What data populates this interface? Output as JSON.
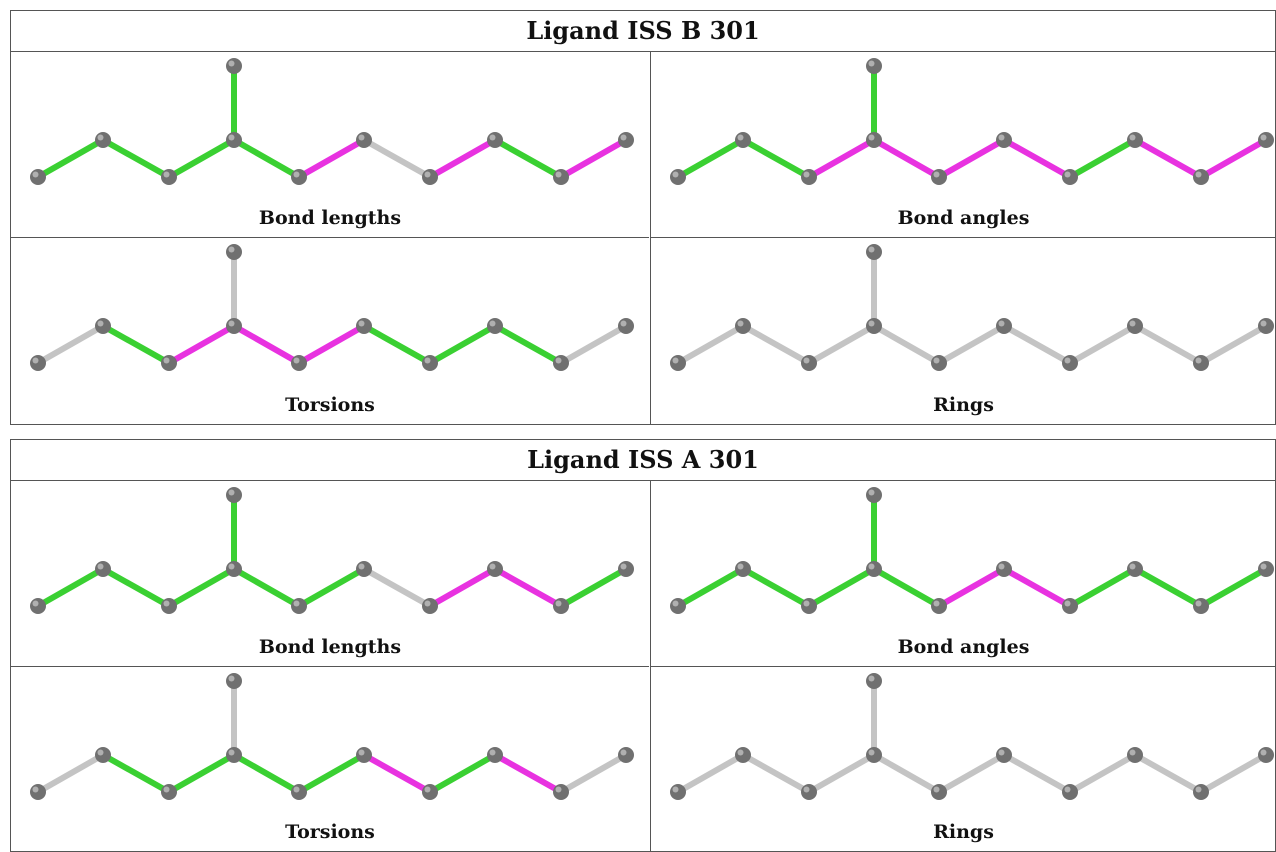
{
  "colors": {
    "ok": "#3ad032",
    "outlier": "#e832e0",
    "none": "#c4c4c4",
    "atom": "#707070"
  },
  "ligands": [
    {
      "title": "Ligand ISS B 301",
      "panels": [
        {
          "caption": "Bond lengths",
          "bonds": [
            "ok",
            "ok",
            "ok",
            "ok",
            "outlier",
            "none",
            "outlier",
            "ok",
            "outlier"
          ],
          "branch": "ok"
        },
        {
          "caption": "Bond angles",
          "bonds": [
            "ok",
            "ok",
            "outlier",
            "outlier",
            "outlier",
            "outlier",
            "ok",
            "outlier",
            "outlier"
          ],
          "branch": "ok"
        },
        {
          "caption": "Torsions",
          "bonds": [
            "none",
            "ok",
            "outlier",
            "outlier",
            "outlier",
            "ok",
            "ok",
            "ok",
            "none"
          ],
          "branch": "none"
        },
        {
          "caption": "Rings",
          "bonds": [
            "none",
            "none",
            "none",
            "none",
            "none",
            "none",
            "none",
            "none",
            "none"
          ],
          "branch": "none"
        }
      ]
    },
    {
      "title": "Ligand ISS A 301",
      "panels": [
        {
          "caption": "Bond lengths",
          "bonds": [
            "ok",
            "ok",
            "ok",
            "ok",
            "ok",
            "none",
            "outlier",
            "outlier",
            "ok"
          ],
          "branch": "ok"
        },
        {
          "caption": "Bond angles",
          "bonds": [
            "ok",
            "ok",
            "ok",
            "ok",
            "outlier",
            "outlier",
            "ok",
            "ok",
            "ok"
          ],
          "branch": "ok"
        },
        {
          "caption": "Torsions",
          "bonds": [
            "none",
            "ok",
            "ok",
            "ok",
            "ok",
            "outlier",
            "ok",
            "outlier",
            "none"
          ],
          "branch": "none"
        },
        {
          "caption": "Rings",
          "bonds": [
            "none",
            "none",
            "none",
            "none",
            "none",
            "none",
            "none",
            "none",
            "none"
          ],
          "branch": "none"
        }
      ]
    }
  ]
}
